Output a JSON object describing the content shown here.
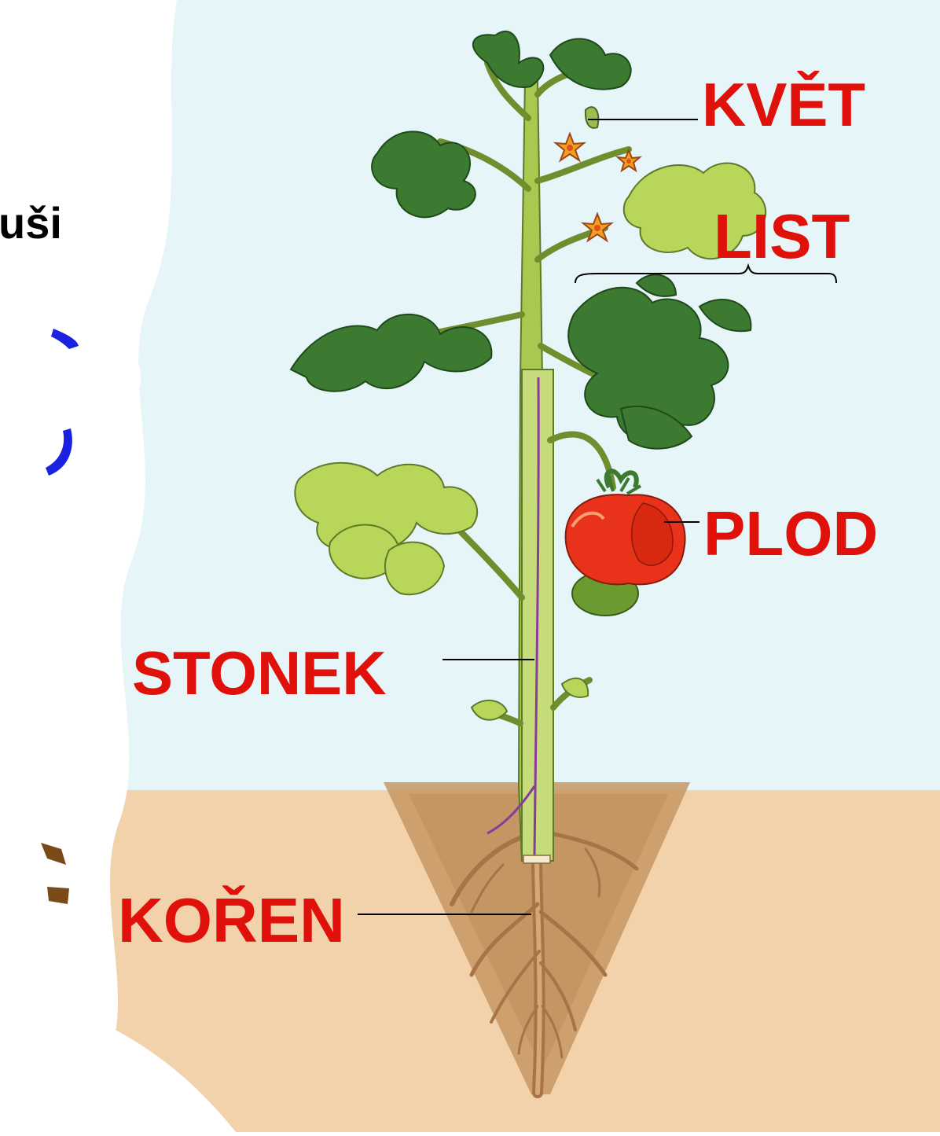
{
  "side_text": "uši",
  "labels": {
    "kvet": "KVĚT",
    "list": "LIST",
    "plod": "PLOD",
    "stonek": "STONEK",
    "koren": "KOŘEN"
  },
  "colors": {
    "sky": "#e6f5f7",
    "soil": "#f2d2ab",
    "label": "#e0100a",
    "stem": "#a8c850",
    "leaf_dark": "#3c7a32",
    "leaf_light": "#b8d65a",
    "fruit": "#e8321a",
    "root": "#b8875a"
  }
}
